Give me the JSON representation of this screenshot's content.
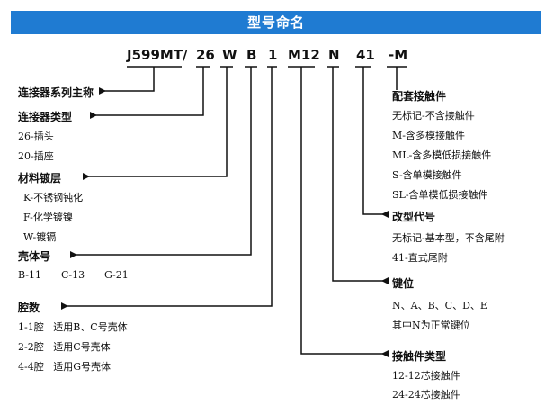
{
  "title": "型号命名",
  "code_parts": [
    "J599MT/",
    "26",
    "W",
    "B",
    "1",
    "M12",
    "N",
    "41",
    "-M"
  ],
  "left": {
    "series": {
      "label": "连接器系列主称"
    },
    "type": {
      "label": "连接器类型",
      "options": [
        "26-插头",
        "20-插座"
      ]
    },
    "plating": {
      "label": "材料镀层",
      "options": [
        "K-不锈钢钝化",
        "F-化学镀镍",
        "W-镀镉"
      ]
    },
    "shell": {
      "label": "壳体号",
      "options": [
        "B-11",
        "C-13",
        "G-21"
      ]
    },
    "cavity": {
      "label": "腔数",
      "options": [
        "1-1腔   适用B、C号壳体",
        "2-2腔   适用C号壳体",
        "4-4腔   适用G号壳体"
      ]
    }
  },
  "right": {
    "contact_config": {
      "label": "配套接触件",
      "options": [
        "无标记-不含接触件",
        "M-含多模接触件",
        "ML-含多模低损接触件",
        "S-含单模接触件",
        "SL-含单模低损接触件"
      ]
    },
    "modification": {
      "label": "改型代号",
      "options": [
        "无标记-基本型，不含尾附",
        "41-直式尾附"
      ]
    },
    "keying": {
      "label": "键位",
      "options": [
        "N、A、B、C、D、E",
        "其中N为正常键位"
      ]
    },
    "contact_type": {
      "label": "接触件类型",
      "options": [
        "12-12芯接触件",
        "24-24芯接触件"
      ]
    }
  }
}
